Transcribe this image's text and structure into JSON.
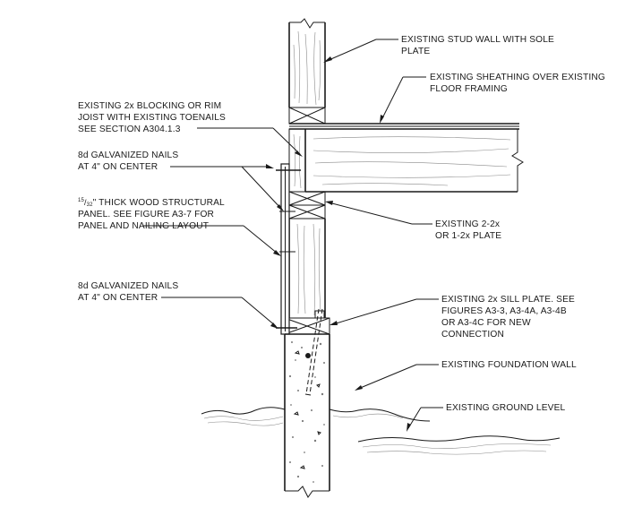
{
  "labels": {
    "stud_wall_1": "EXISTING STUD WALL WITH SOLE",
    "stud_wall_2": "PLATE",
    "sheathing_1": "EXISTING SHEATHING OVER EXISTING",
    "sheathing_2": "FLOOR FRAMING",
    "blocking_1": "EXISTING 2x BLOCKING OR RIM",
    "blocking_2": "JOIST WITH EXISTING TOENAILS",
    "blocking_3": "SEE SECTION A304.1.3",
    "nails_top_1": "8d GALVANIZED NAILS",
    "nails_top_2": "AT 4\" ON CENTER",
    "panel_frac_num": "15",
    "panel_frac_den": "32",
    "panel_1": "\" THICK WOOD STRUCTURAL",
    "panel_2": "PANEL. SEE FIGURE A3-7 FOR",
    "panel_3": "PANEL AND NAILING LAYOUT",
    "plate_1": "EXISTING 2-2x",
    "plate_2": "OR 1-2x PLATE",
    "nails_bot_1": "8d GALVANIZED NAILS",
    "nails_bot_2": "AT 4\" ON CENTER",
    "sill_1": "EXISTING 2x SILL PLATE. SEE",
    "sill_2": "FIGURES A3-3, A3-4A, A3-4B",
    "sill_3": "OR A3-4C FOR NEW",
    "sill_4": "CONNECTION",
    "foundation": "EXISTING FOUNDATION WALL",
    "ground": "EXISTING GROUND LEVEL"
  }
}
